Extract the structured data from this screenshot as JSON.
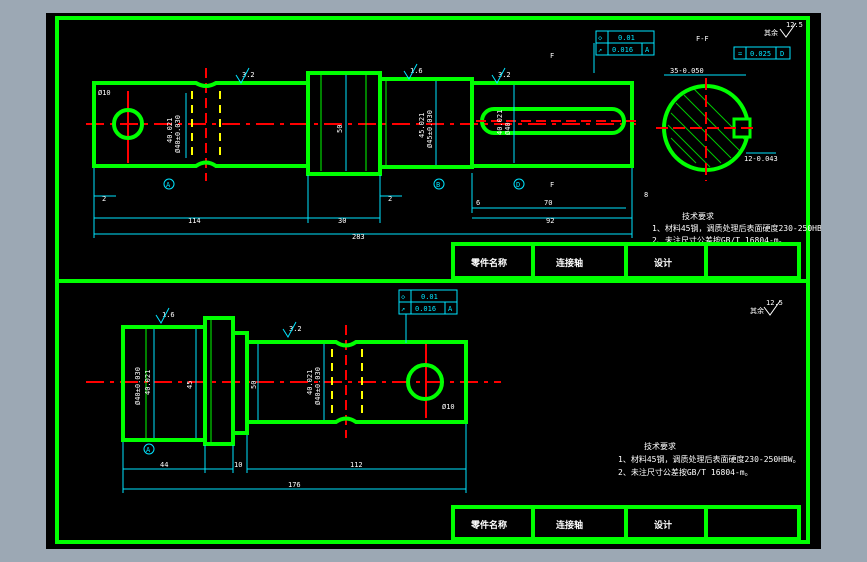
{
  "drawing": {
    "colors": {
      "background": "#9ca8b4",
      "sheet": "#000000",
      "outline": "#00ff00",
      "centerline": "#ff0000",
      "dimension": "#00e5ff",
      "text": "#ffffff",
      "hidden_line": "#ffff00"
    },
    "upper_part": {
      "roughness_symbol": "12.5",
      "roughness_label": "其余",
      "section_label": "F-F",
      "cut_marker": "F",
      "surface_roughness": [
        "3.2",
        "1.6",
        "3.2"
      ],
      "datum_labels": [
        "A",
        "B",
        "D"
      ],
      "tolerance_frames": [
        {
          "symbol": "◇",
          "value": "0.01",
          "datum": ""
        },
        {
          "symbol": "↗",
          "value": "0.016",
          "datum": "A"
        }
      ],
      "section_tolerance": {
        "symbol": "=",
        "value": "0.025",
        "datum": "D"
      },
      "section_dims": [
        "35-0.050",
        "12-0.043"
      ],
      "dims": {
        "hole_dia": "Ø10",
        "shaft_dia_1": "Ø40±0.030",
        "shaft_dia_1b": "40.021",
        "flange_dia": "50",
        "shaft_dia_2": "Ø45±0.030",
        "shaft_dia_2b": "45.021",
        "shaft_dia_3": "Ø40",
        "shaft_dia_3b": "40.021",
        "len_2a": "2",
        "len_114": "114",
        "len_30": "30",
        "len_2b": "2",
        "len_6": "6",
        "len_70": "70",
        "len_8": "8",
        "len_92": "92",
        "len_283": "283"
      },
      "technical_title": "技术要求",
      "technical_notes": [
        "1、材料45钢，调质处理后表面硬度230-250HBW。",
        "2、未注尺寸公差按GB/T 16804-m。"
      ],
      "title_block": [
        "零件名称",
        "连接轴",
        "设计"
      ]
    },
    "lower_part": {
      "roughness_symbol": "12.5",
      "roughness_label": "其余",
      "surface_roughness": [
        "1.6",
        "3.2"
      ],
      "datum_labels": [
        "A"
      ],
      "tolerance_frames": [
        {
          "symbol": "◇",
          "value": "0.01",
          "datum": ""
        },
        {
          "symbol": "↗",
          "value": "0.016",
          "datum": "A"
        }
      ],
      "dims": {
        "dia_left": "Ø40±0.030",
        "dia_left_b": "40.021",
        "dia_flange": "45",
        "dia_mid": "50",
        "dia_right": "Ø40±0.030",
        "dia_right_b": "40.021",
        "hole_dia": "Ø10",
        "len_44": "44",
        "len_10": "10",
        "len_112": "112",
        "len_176": "176"
      },
      "technical_title": "技术要求",
      "technical_notes": [
        "1、材料45钢，调质处理后表面硬度230-250HBW。",
        "2、未注尺寸公差按GB/T 16804-m。"
      ],
      "title_block": [
        "零件名称",
        "连接轴",
        "设计"
      ]
    }
  }
}
